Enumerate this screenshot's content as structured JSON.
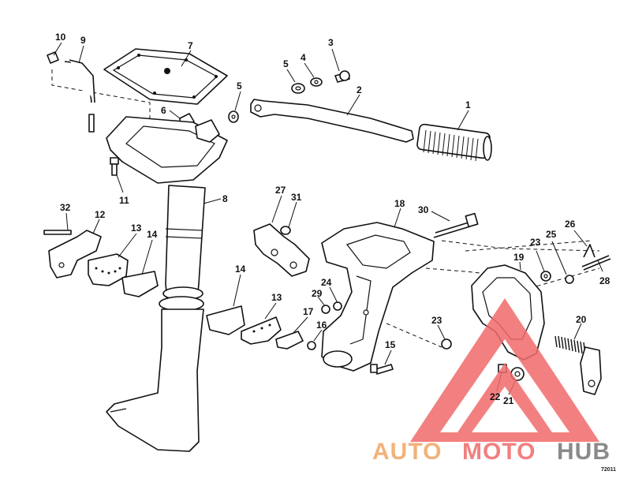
{
  "diagram": {
    "figure_code": "72011",
    "callouts": [
      "1",
      "2",
      "3",
      "4",
      "5",
      "5",
      "6",
      "7",
      "8",
      "9",
      "10",
      "11",
      "12",
      "13",
      "13",
      "14",
      "14",
      "15",
      "16",
      "17",
      "18",
      "19",
      "20",
      "21",
      "22",
      "23",
      "23",
      "24",
      "25",
      "26",
      "27",
      "28",
      "29",
      "30",
      "31",
      "32"
    ]
  },
  "watermark": {
    "brand_auto": "AUTO",
    "brand_moto": "MOTO",
    "brand_hub": "HUB",
    "color_auto": "#f2b27a",
    "color_moto": "#f08080",
    "color_hub": "#8a8a8a",
    "triangle_color": "#f26b6b"
  }
}
